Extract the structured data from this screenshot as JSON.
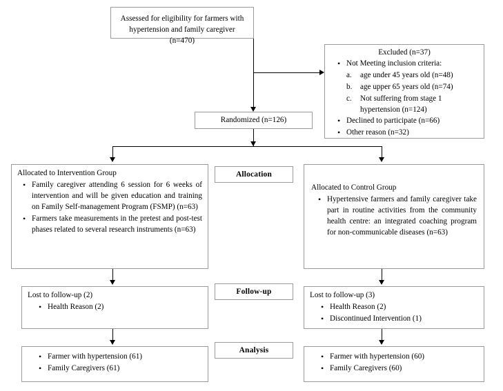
{
  "diagram": {
    "title": "CONSORT participant flow diagram",
    "stage_labels": [
      {
        "id": "allocation",
        "label": "Allocation"
      },
      {
        "id": "follow-up",
        "label": "Follow-up"
      },
      {
        "id": "analysis",
        "label": "Analysis"
      }
    ],
    "enrollment": {
      "assessed": {
        "line1": "Assessed for eligibility for farmers with",
        "line2": "hypertension and family caregiver (n=470)"
      },
      "excluded": {
        "heading": "Excluded (n=37)",
        "items": [
          "Not Meeting inclusion criteria:",
          "Declined to participate (n=66)",
          "Other reason (n=32)"
        ],
        "sub_items": [
          {
            "mark": "a.",
            "text": "age under 45 years old (n=48)"
          },
          {
            "mark": "b.",
            "text": "age upper 65 years old (n=74)"
          },
          {
            "mark": "c.",
            "text": "Not suffering from stage 1 hypertension (n=124)"
          }
        ]
      },
      "randomized": "Randomized (n=126)"
    },
    "allocation": {
      "intervention": {
        "lead": "Allocated to Intervention Group",
        "items": [
          "Family caregiver attending 6 session for 6 weeks of intervention and will be given education and training on Family Self-management Program (FSMP) (n=63)",
          "Farmers take measurements in the pretest and post-test phases related to several research instruments (n=63)"
        ]
      },
      "control": {
        "lead": "Allocated to Control Group",
        "items": [
          "Hypertensive farmers and family caregiver take part in routine activities from the community health centre: an integrated coaching program for non-communicable diseases (n=63)"
        ]
      }
    },
    "followup": {
      "intervention": {
        "lead": "Lost to follow-up (2)",
        "items": [
          "Health Reason (2)"
        ]
      },
      "control": {
        "lead": "Lost to follow-up (3)",
        "items": [
          "Health Reason (2)",
          "Discontinued Intervention (1)"
        ]
      }
    },
    "analysis": {
      "intervention": {
        "items": [
          "Farmer with hypertension (61)",
          "Family Caregivers (61)"
        ]
      },
      "control": {
        "items": [
          "Farmer with hypertension (60)",
          "Family Caregivers (60)"
        ]
      }
    },
    "colors": {
      "box_border": "#9a9a9a",
      "connector": "#000000",
      "background": "#ffffff",
      "text": "#000000"
    }
  }
}
